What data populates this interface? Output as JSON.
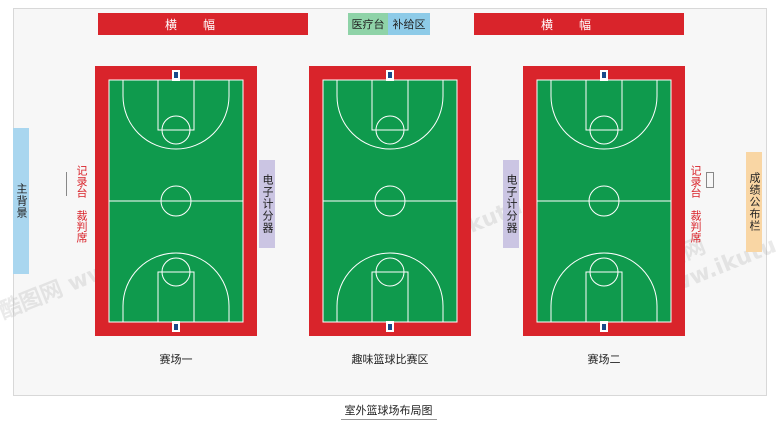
{
  "banners": {
    "left": "横幅",
    "right": "横幅"
  },
  "top_tags": {
    "medical": "医疗台",
    "supply": "补给区"
  },
  "side": {
    "main_backdrop": "主背景",
    "scoreboard": "成绩公布栏",
    "timer_left": "电子计分器",
    "timer_right": "电子计分器",
    "record_left_1": "记录台",
    "record_left_2": "裁判席",
    "record_right_1": "记录台",
    "record_right_2": "裁判席"
  },
  "courts": [
    {
      "label": "赛场一"
    },
    {
      "label": "趣味篮球比赛区"
    },
    {
      "label": "赛场二"
    }
  ],
  "title": "室外篮球场布局图",
  "watermark": "酷图网 www.ikutu.com",
  "colors": {
    "banner_red": "#d9242b",
    "court_green": "#0f9a4d",
    "medical_green": "#8fd3a8",
    "supply_blue": "#8ecbe8",
    "backdrop_blue": "#a9d6ef",
    "scoreboard_orange": "#f9d6a4",
    "timer_purple": "#cbc5e3"
  }
}
